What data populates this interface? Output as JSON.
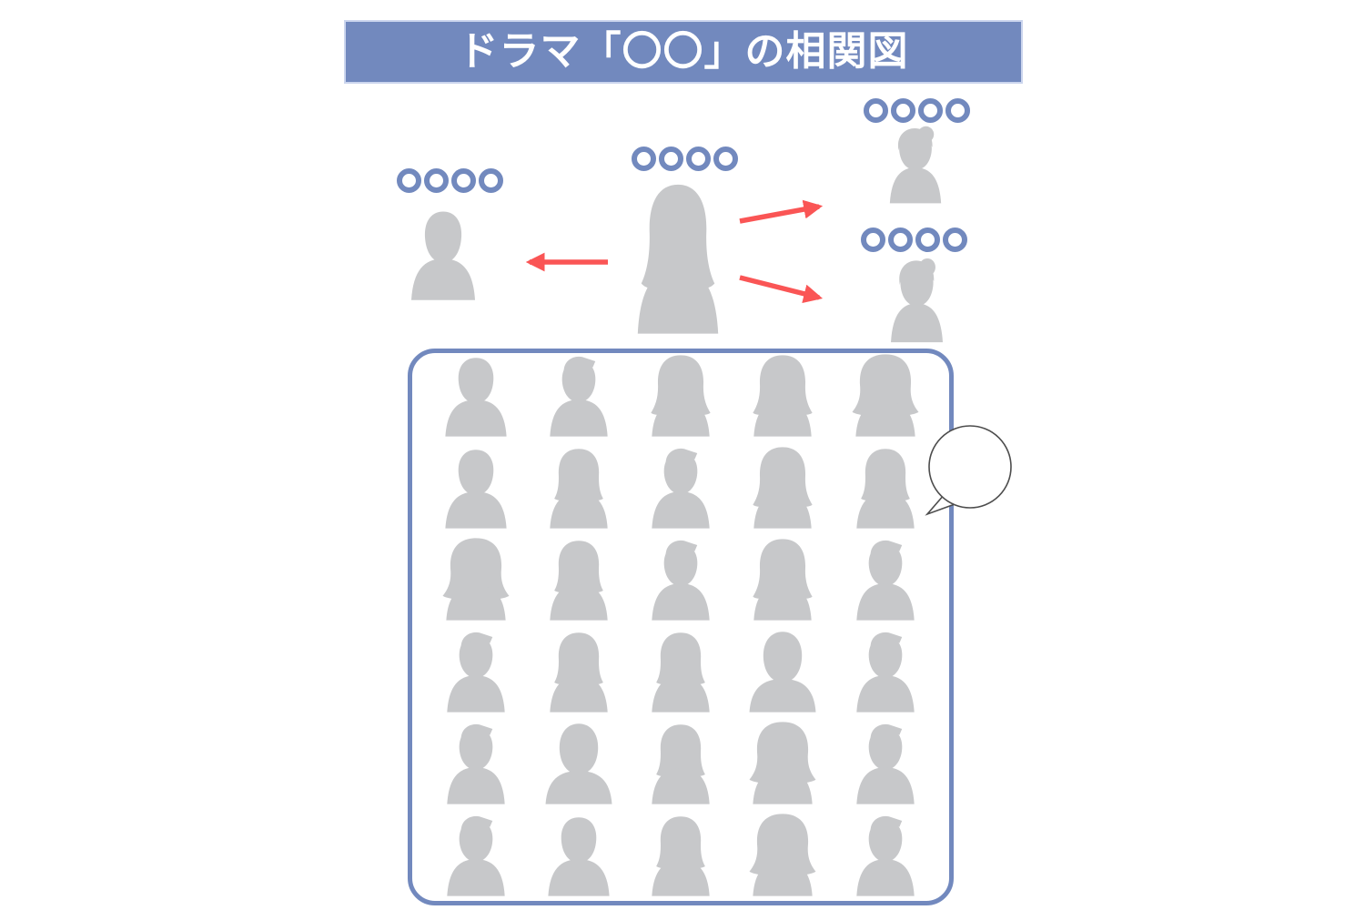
{
  "title": {
    "text": "ドラマ「〇〇」の相関図"
  },
  "colors": {
    "accent_blue": "#7289BE",
    "silhouette_gray": "#C7C8CA",
    "arrow_red": "#FA5555",
    "bubble_outline": "#4D4D4D",
    "title_text": "#FFFFFF"
  },
  "characters": {
    "center": {
      "label": "〇〇〇〇",
      "avatar": "woman-mid"
    },
    "left": {
      "label": "〇〇〇〇",
      "avatar": "man"
    },
    "right_top": {
      "label": "〇〇〇〇",
      "avatar": "woman-bun"
    },
    "right_bottom": {
      "label": "〇〇〇〇",
      "avatar": "woman-bun"
    }
  },
  "arrows": [
    {
      "from": "center",
      "to": "left",
      "direction": "left"
    },
    {
      "from": "center",
      "to": "right_top",
      "direction": "right-up"
    },
    {
      "from": "center",
      "to": "right_bottom",
      "direction": "right-down"
    }
  ],
  "group_box": {
    "rows": 6,
    "cols": 5,
    "grid": [
      [
        "man",
        "boy",
        "woman-long",
        "woman-long",
        "woman-big"
      ],
      [
        "man",
        "woman-bob",
        "boy",
        "woman-long",
        "woman-bob"
      ],
      [
        "woman-big",
        "woman-bob",
        "boy",
        "woman-long",
        "boy"
      ],
      [
        "boy",
        "woman-bob",
        "woman-bob",
        "man-plain",
        "boy"
      ],
      [
        "boy",
        "man-plain",
        "woman-bob",
        "woman-big",
        "boy"
      ],
      [
        "boy",
        "man",
        "woman-bob",
        "woman-big",
        "boy"
      ]
    ]
  },
  "speech_bubble": {
    "text": ""
  }
}
